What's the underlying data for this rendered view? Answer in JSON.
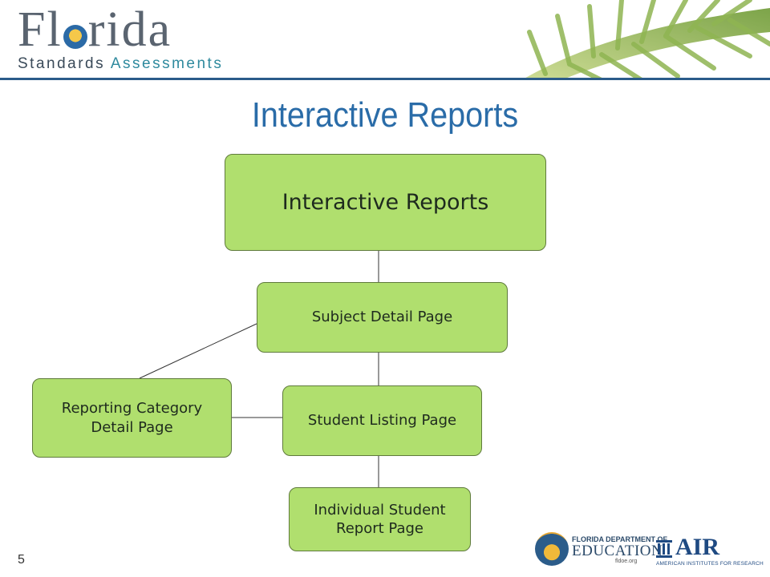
{
  "header": {
    "brand_word_1": "Fl",
    "brand_word_2": "rida",
    "brand_sub_1": "Standards",
    "brand_sub_2": "Assessments"
  },
  "slide": {
    "title": "Interactive Reports",
    "page_number": "5"
  },
  "diagram": {
    "root": "Interactive Reports",
    "subject_detail": "Subject Detail Page",
    "reporting_category_line1": "Reporting Category",
    "reporting_category_line2": "Detail Page",
    "student_listing": "Student Listing Page",
    "individual_student_line1": "Individual Student",
    "individual_student_line2": "Report Page"
  },
  "footer": {
    "fdoe_line1": "FLORIDA DEPARTMENT OF",
    "fdoe_line2": "EDUCATION",
    "fdoe_line3": "fldoe.org",
    "air_name": "AIR",
    "air_sub": "AMERICAN INSTITUTES FOR RESEARCH"
  },
  "colors": {
    "node_fill": "#b0df6e",
    "title": "#2a6ca8",
    "header_rule": "#2b5c8a"
  }
}
